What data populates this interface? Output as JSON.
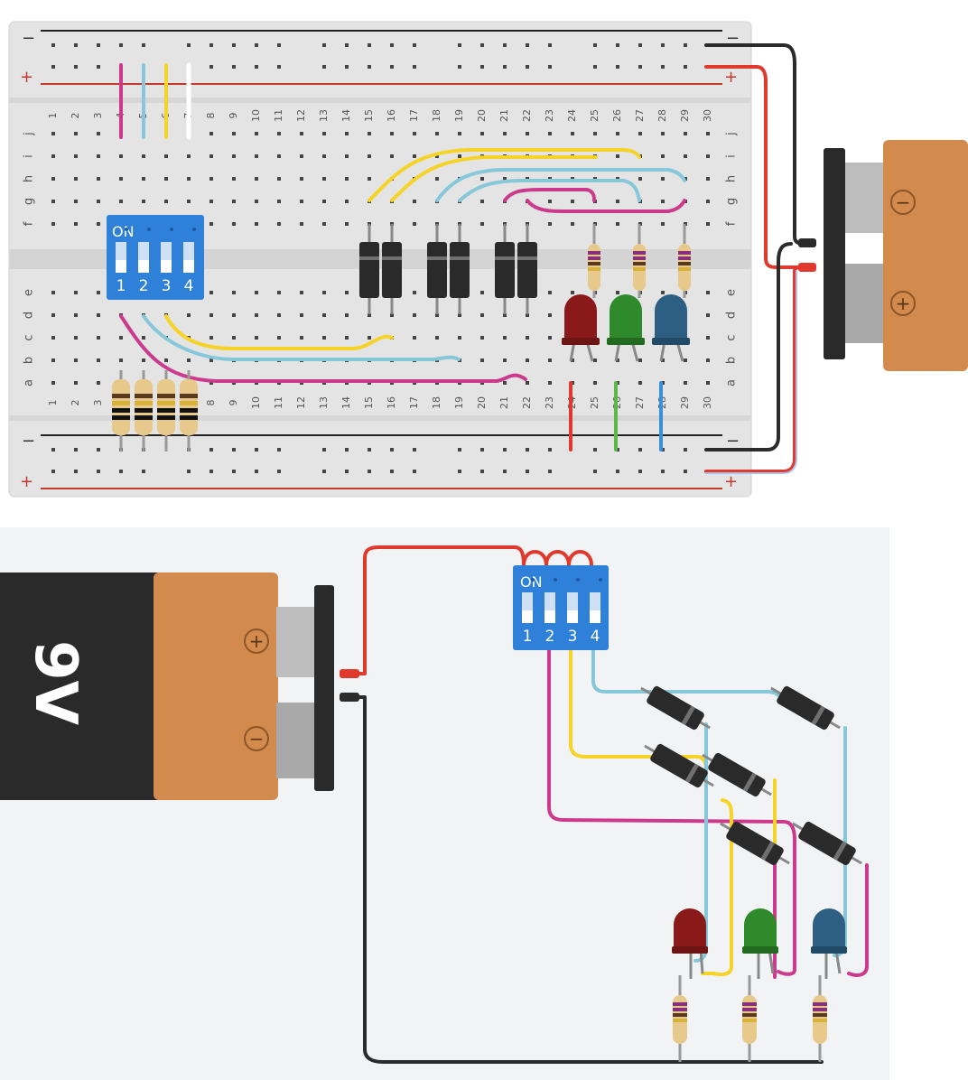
{
  "breadboard": {
    "rail_minus": "−",
    "rail_plus": "+",
    "column_numbers": [
      "1",
      "2",
      "3",
      "4",
      "5",
      "6",
      "7",
      "8",
      "9",
      "10",
      "11",
      "12",
      "13",
      "14",
      "15",
      "16",
      "17",
      "18",
      "19",
      "20",
      "21",
      "22",
      "23",
      "24",
      "25",
      "26",
      "27",
      "28",
      "29",
      "30"
    ],
    "row_letters_top": [
      "j",
      "i",
      "h",
      "g",
      "f"
    ],
    "row_letters_bottom": [
      "e",
      "d",
      "c",
      "b",
      "a"
    ]
  },
  "dip_switch": {
    "on_label": "ON",
    "switch_numbers": [
      "1",
      "2",
      "3",
      "4"
    ]
  },
  "battery": {
    "minus_symbol": "−",
    "plus_symbol": "+",
    "voltage_label": "9V"
  },
  "colors": {
    "wire_red": "#e03a2f",
    "wire_black": "#2b2b2b",
    "wire_yellow": "#f5d327",
    "wire_blue": "#86c8da",
    "wire_magenta": "#cc3a8e",
    "wire_green": "#5cb84a",
    "wire_white": "#ffffff",
    "led_red": "#8a1a1a",
    "led_green": "#2f8a2c",
    "led_blue": "#2c5f82",
    "dip_blue": "#2f80d8",
    "battery_orange": "#d38a4d",
    "battery_black": "#2a2a2a"
  }
}
